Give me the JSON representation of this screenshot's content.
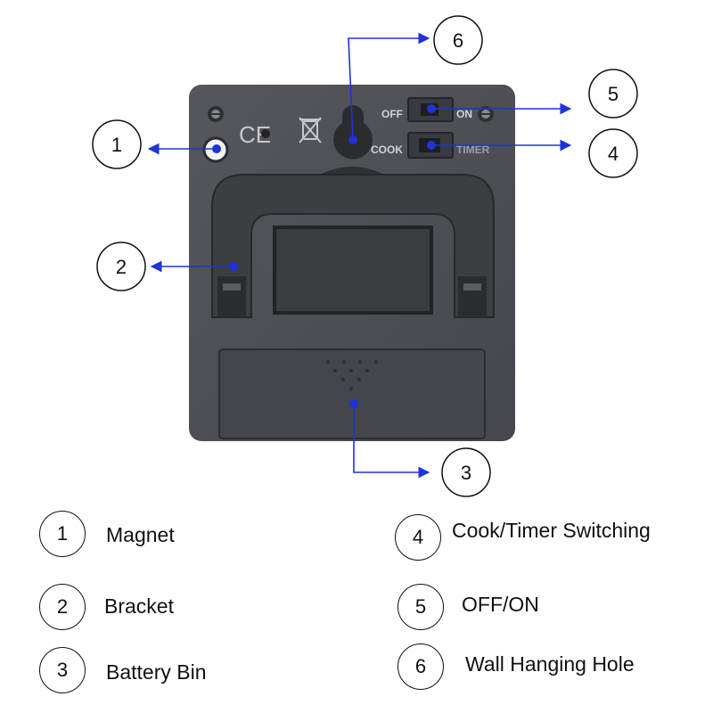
{
  "colors": {
    "arrow": "#1e33d8",
    "device": "#4d4f54",
    "device_dark": "#2b2c30",
    "screen": "#3a3c40"
  },
  "device": {
    "marks": {
      "ce": "CE",
      "off": "OFF",
      "on": "ON",
      "cook": "COOK",
      "timer": "TIMER"
    }
  },
  "callouts": [
    {
      "number": "1"
    },
    {
      "number": "2"
    },
    {
      "number": "3"
    },
    {
      "number": "4"
    },
    {
      "number": "5"
    },
    {
      "number": "6"
    }
  ],
  "legend": [
    {
      "number": "1",
      "label": "Magnet"
    },
    {
      "number": "2",
      "label": "Bracket"
    },
    {
      "number": "3",
      "label": "Battery Bin"
    },
    {
      "number": "4",
      "label": "Cook/Timer Switching"
    },
    {
      "number": "5",
      "label": "OFF/ON"
    },
    {
      "number": "6",
      "label": "Wall Hanging Hole"
    }
  ]
}
